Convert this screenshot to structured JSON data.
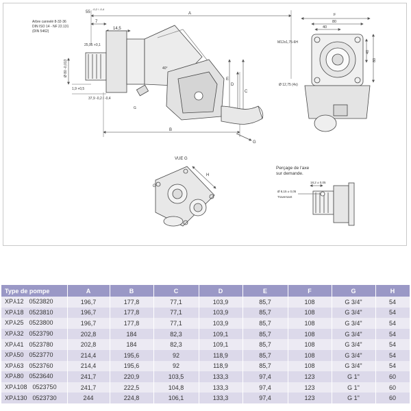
{
  "drawing": {
    "side_labels": {
      "dim_55": "55",
      "tol_55": "-0,2 / -0,4",
      "dim_A": "A",
      "dim_7": "7",
      "dim_14_5": "14,5",
      "spline_note": [
        "Arbre cannelé 8-32-36",
        "DIN ISO 14 - NF 22.131",
        "(DIN 5462)"
      ],
      "dim_25_95": "25,95 +0,1",
      "dim_80": "Ø 80 -0,013",
      "dim_1_9": "1,9 +0,5",
      "dim_37_9": "37,9 -0,2 / -0,4",
      "angle_40": "40°",
      "gport": "G",
      "dim_E": "E",
      "dim_D": "D",
      "dim_C": "C",
      "dim_B": "B",
      "view_g_arrow": "G"
    },
    "front_labels": {
      "dim_F": "F",
      "dim_80": "80",
      "dim_40": "40",
      "dim_40v": "40",
      "dim_80v": "80",
      "thread": "M12x1,75-6H",
      "holes": "Ø 12,75 (4x)"
    },
    "view_g": {
      "title": "VUE G",
      "h": "H",
      "g": "G"
    },
    "bore": {
      "title": [
        "Perçage de l'axe",
        "sur demande."
      ],
      "dim_18": "18,2 ± 0,05",
      "dim_815": "Ø 8,15 ± 0,05",
      "through": "Traversant"
    }
  },
  "table": {
    "headers": [
      "Type de pompe",
      "A",
      "B",
      "C",
      "D",
      "E",
      "F",
      "G",
      "H"
    ],
    "rows": [
      {
        "type": "XP⅄12",
        "ref": "0523820",
        "A": "196,7",
        "B": "177,8",
        "C": "77,1",
        "D": "103,9",
        "E": "85,7",
        "F": "108",
        "G": "G 3/4\"",
        "H": "54"
      },
      {
        "type": "XP⅄18",
        "ref": "0523810",
        "A": "196,7",
        "B": "177,8",
        "C": "77,1",
        "D": "103,9",
        "E": "85,7",
        "F": "108",
        "G": "G 3/4\"",
        "H": "54"
      },
      {
        "type": "XP⅄25",
        "ref": "0523800",
        "A": "196,7",
        "B": "177,8",
        "C": "77,1",
        "D": "103,9",
        "E": "85,7",
        "F": "108",
        "G": "G 3/4\"",
        "H": "54"
      },
      {
        "type": "XP⅄32",
        "ref": "0523790",
        "A": "202,8",
        "B": "184",
        "C": "82,3",
        "D": "109,1",
        "E": "85,7",
        "F": "108",
        "G": "G 3/4\"",
        "H": "54"
      },
      {
        "type": "XP⅄41",
        "ref": "0523780",
        "A": "202,8",
        "B": "184",
        "C": "82,3",
        "D": "109,1",
        "E": "85,7",
        "F": "108",
        "G": "G 3/4\"",
        "H": "54"
      },
      {
        "type": "XP⅄50",
        "ref": "0523770",
        "A": "214,4",
        "B": "195,6",
        "C": "92",
        "D": "118,9",
        "E": "85,7",
        "F": "108",
        "G": "G 3/4\"",
        "H": "54"
      },
      {
        "type": "XP⅄63",
        "ref": "0523760",
        "A": "214,4",
        "B": "195,6",
        "C": "92",
        "D": "118,9",
        "E": "85,7",
        "F": "108",
        "G": "G 3/4\"",
        "H": "54"
      },
      {
        "type": "XP⅄80",
        "ref": "0523640",
        "A": "241,7",
        "B": "220,9",
        "C": "103,5",
        "D": "133,3",
        "E": "97,4",
        "F": "123",
        "G": "G 1\"",
        "H": "60"
      },
      {
        "type": "XP⅄108",
        "ref": "0523750",
        "A": "241,7",
        "B": "222,5",
        "C": "104,8",
        "D": "133,3",
        "E": "97,4",
        "F": "123",
        "G": "G 1\"",
        "H": "60"
      },
      {
        "type": "XP⅄130",
        "ref": "0523730",
        "A": "244",
        "B": "224,8",
        "C": "106,1",
        "D": "133,3",
        "E": "97,4",
        "F": "123",
        "G": "G 1\"",
        "H": "60"
      }
    ]
  }
}
